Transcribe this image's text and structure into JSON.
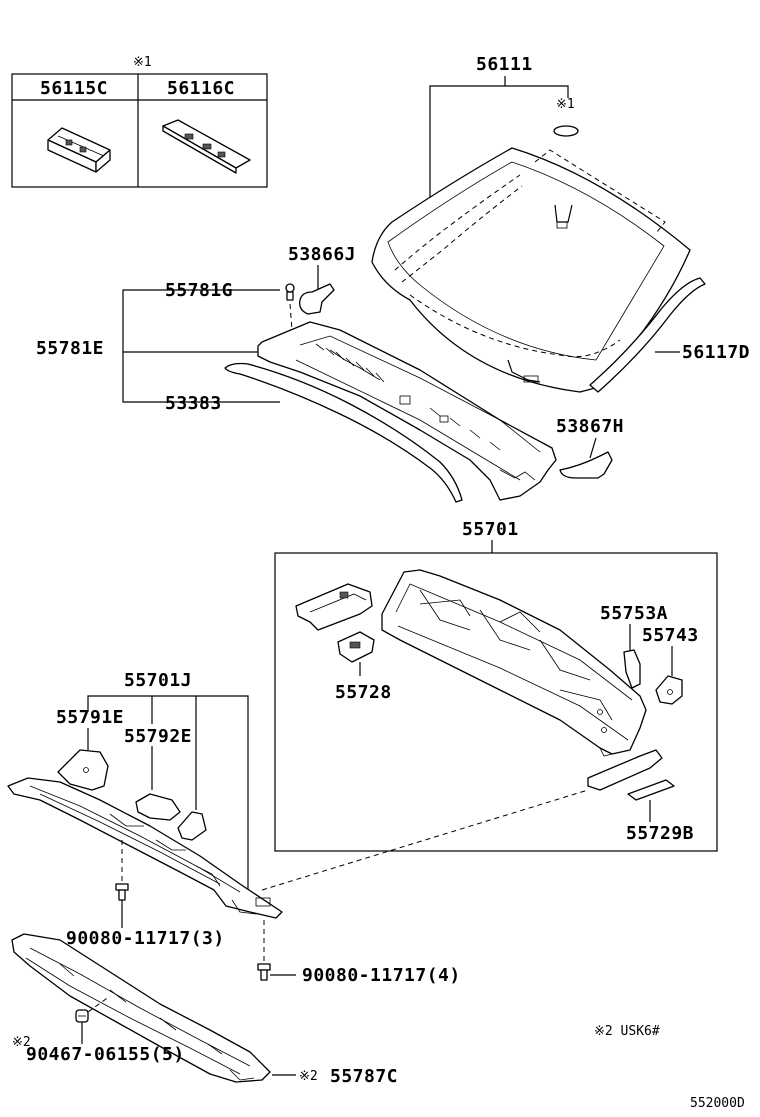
{
  "diagram": {
    "inset": {
      "note": "※1",
      "col_left": "56115C",
      "col_right": "56116C"
    },
    "labels": {
      "windshield": "56111",
      "windshield_note": "※1",
      "molding": "56117D",
      "nozzle_left": "53866J",
      "nozzle_right": "53867H",
      "clip": "55781G",
      "louver": "55781E",
      "seal": "53383",
      "cowl_panel": "55701",
      "bracket_a": "55753A",
      "bracket_b": "55743",
      "brace_a": "55728",
      "brace_b": "55729B",
      "cowl_sub": "55701J",
      "plate_a": "55791E",
      "plate_b": "55792E",
      "bolt_a": "90080-11717(3)",
      "bolt_b": "90080-11717(4)",
      "clip_b_note": "※2",
      "clip_b": "90467-06155(5)",
      "lower_note": "※2",
      "lower_panel": "55787C",
      "footnote": "※2  USK6#",
      "diagram_code": "552000D"
    }
  }
}
